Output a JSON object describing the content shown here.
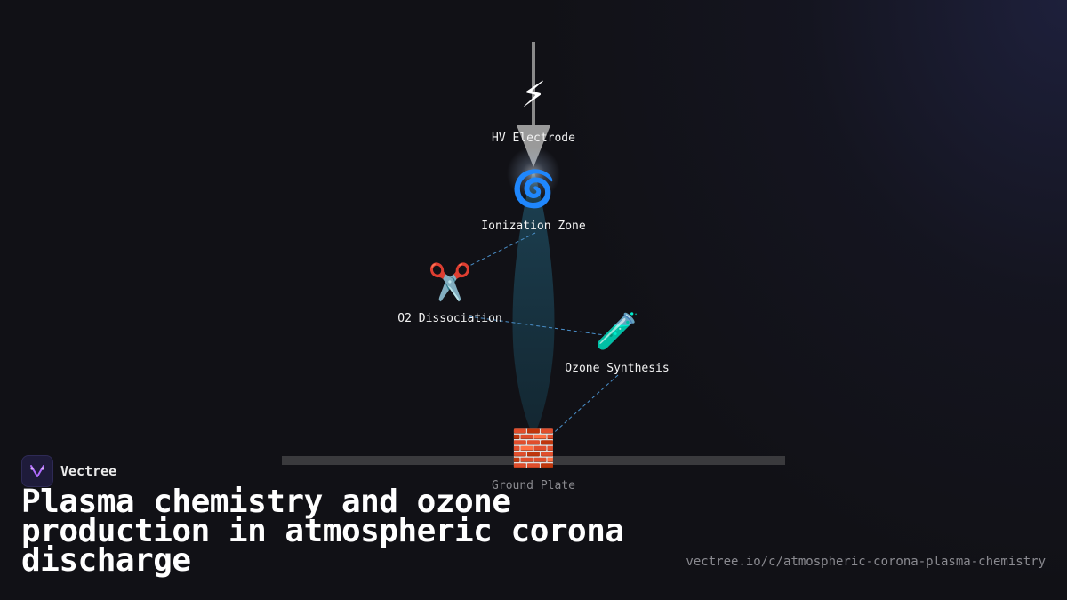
{
  "diagram": {
    "nodes": {
      "electrode": {
        "label": "HV Electrode",
        "icon": "lightning-icon",
        "glyph": "⚡"
      },
      "ionization": {
        "label": "Ionization Zone",
        "icon": "cyclone-icon",
        "glyph": "🌀"
      },
      "dissociation": {
        "label": "O2 Dissociation",
        "icon": "scissors-icon",
        "glyph": "✂️"
      },
      "ozone": {
        "label": "Ozone Synthesis",
        "icon": "test-tube-icon",
        "glyph": "🧪"
      },
      "ground": {
        "label": "Ground Plate",
        "icon": "brick-icon",
        "glyph": "🧱"
      }
    },
    "colors": {
      "plasma": "#1b3a4a",
      "connector": "#4a8fc9",
      "electrode": "#9a9a9a",
      "plate": "#3a3a3d"
    }
  },
  "brand": {
    "name": "Vectree"
  },
  "title": "Plasma chemistry and ozone production in atmospheric corona discharge",
  "url": "vectree.io/c/atmospheric-corona-plasma-chemistry"
}
